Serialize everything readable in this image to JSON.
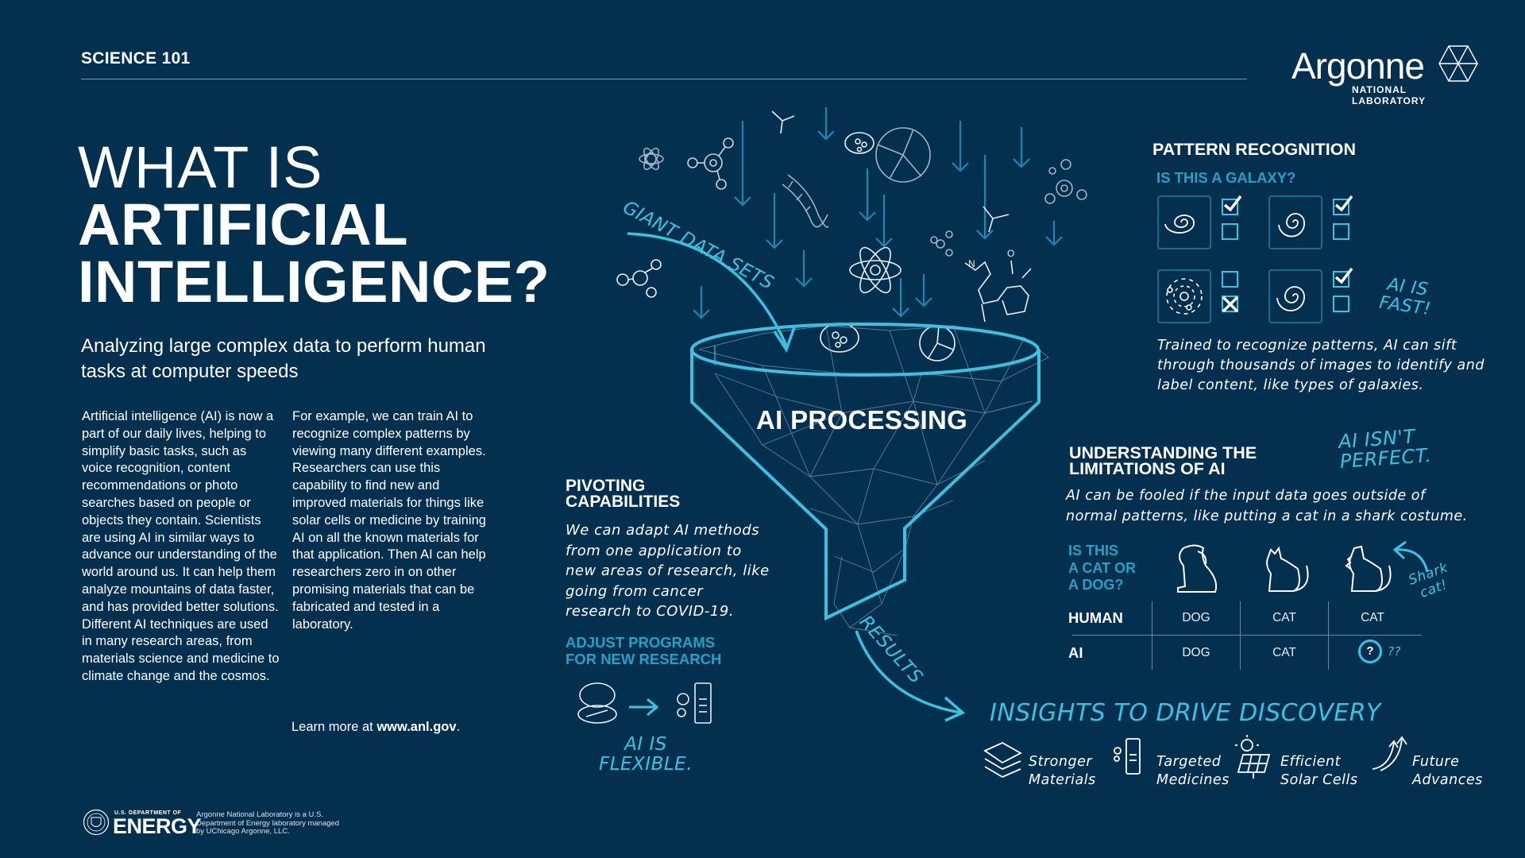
{
  "header": {
    "kicker": "SCIENCE 101",
    "logo_word": "Argonne",
    "logo_sub": "NATIONAL LABORATORY"
  },
  "title": {
    "line1": "WHAT IS",
    "line2": "ARTIFICIAL",
    "line3": "INTELLIGENCE?"
  },
  "subtitle": "Analyzing large complex data to perform human tasks at computer speeds",
  "body": {
    "col1": "Artificial intelligence (AI) is now a part of our daily lives, helping to simplify basic tasks, such as voice recognition, content recommendations or photo searches based on people or objects they contain. Scientists are using AI in similar ways to advance our understanding of the world around us. It can help them analyze mountains of data faster, and has provided better solutions. Different AI techniques are used in many research areas, from materials science and medicine to climate change and the cosmos.",
    "col2": "For example, we can train AI to recognize complex patterns by viewing many different examples. Researchers can use this capability to find new and improved materials for things like solar cells or medicine by training AI on all the known materials for that application. Then AI can help researchers zero in on other promising materials that can be fabricated and tested in a laboratory.",
    "learn_prefix": "Learn more at ",
    "learn_link": "www.anl.gov",
    "learn_suffix": "."
  },
  "footer": {
    "doe_top": "U.S. DEPARTMENT OF",
    "doe_big": "ENERGY",
    "note": "Argonne National Laboratory is a U.S. Department of Energy laboratory managed by UChicago Argonne, LLC."
  },
  "funnel": {
    "input_label": "GIANT DATA SETS",
    "center_label": "AI PROCESSING",
    "output_label": "RESULTS"
  },
  "pivoting": {
    "heading_line1": "PIVOTING",
    "heading_line2": "CAPABILITIES",
    "text": "We can adapt AI methods from one application to new areas of research, like going from cancer research to COVID-19.",
    "sub_line1": "ADJUST PROGRAMS",
    "sub_line2": "FOR NEW RESEARCH",
    "callout_line1": "AI IS",
    "callout_line2": "FLEXIBLE."
  },
  "pattern": {
    "heading": "PATTERN RECOGNITION",
    "question": "IS THIS A GALAXY?",
    "items": [
      {
        "icon": "spiral-galaxy-icon",
        "answer": "yes"
      },
      {
        "icon": "spiral-galaxy-icon",
        "answer": "yes"
      },
      {
        "icon": "solar-system-icon",
        "answer": "no"
      },
      {
        "icon": "spiral-galaxy-icon",
        "answer": "yes"
      }
    ],
    "callout_line1": "AI IS",
    "callout_line2": "FAST!",
    "text": "Trained to recognize patterns, AI can sift through thousands of images to identify and label content, like types of galaxies."
  },
  "limits": {
    "heading_line1": "UNDERSTANDING THE",
    "heading_line2": "LIMITATIONS OF AI",
    "callout_line1": "AI ISN'T",
    "callout_line2": "PERFECT.",
    "text": "AI can be fooled if the input data goes outside of normal patterns, like putting a cat in a shark costume.",
    "question_line1": "IS THIS",
    "question_line2": "A CAT OR",
    "question_line3": "A DOG?",
    "shark_line1": "Shark",
    "shark_line2": "cat!",
    "table": {
      "rows": [
        {
          "label": "HUMAN",
          "values": [
            "DOG",
            "CAT",
            "CAT"
          ]
        },
        {
          "label": "AI",
          "values": [
            "DOG",
            "CAT",
            "?"
          ],
          "extra": "??"
        }
      ]
    }
  },
  "insights": {
    "heading": "INSIGHTS TO DRIVE DISCOVERY",
    "items": [
      {
        "line1": "Stronger",
        "line2": "Materials",
        "icon": "layers-icon"
      },
      {
        "line1": "Targeted",
        "line2": "Medicines",
        "icon": "medicine-vial-icon"
      },
      {
        "line1": "Efficient",
        "line2": "Solar Cells",
        "icon": "solar-panel-icon"
      },
      {
        "line1": "Future",
        "line2": "Advances",
        "icon": "rising-arrows-icon"
      }
    ]
  },
  "colors": {
    "background": "#04304f",
    "accent_cyan": "#3cc2df",
    "accent_teal": "#2a9fc4",
    "text": "#ffffff"
  }
}
